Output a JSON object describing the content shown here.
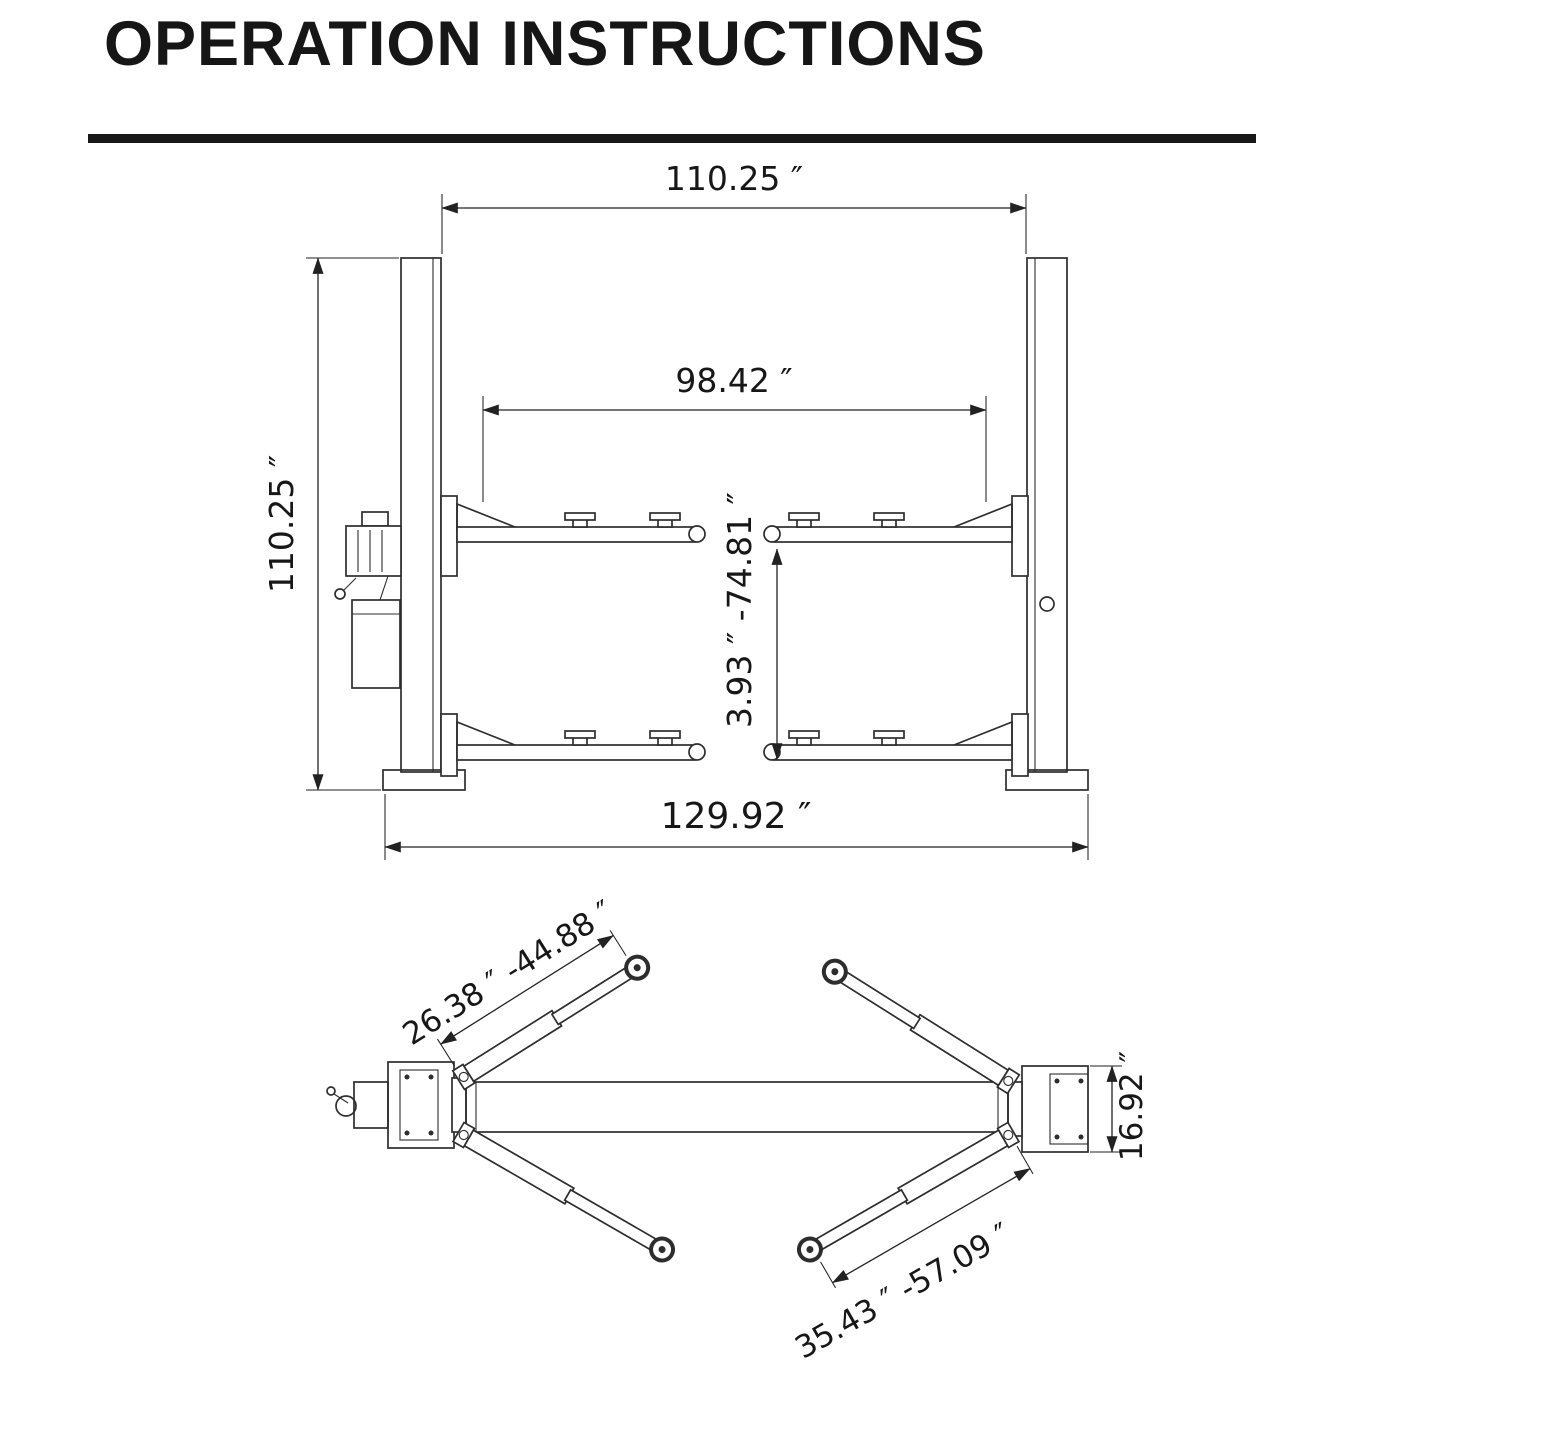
{
  "page": {
    "title": "OPERATION INSTRUCTIONS"
  },
  "front_view": {
    "dim_top_width": "110.25 ″",
    "dim_inner_width": "98.42 ″",
    "dim_height": "110.25 ″",
    "dim_pad_height_range": "3.93 ″ -74.81 ″",
    "dim_base_width": "129.92 ″"
  },
  "plan_view": {
    "dim_front_arm_reach": "26.38 ″ -44.88 ″",
    "dim_rear_arm_reach": "35.43 ″ -57.09 ″",
    "dim_post_depth": "16.92 ″"
  }
}
